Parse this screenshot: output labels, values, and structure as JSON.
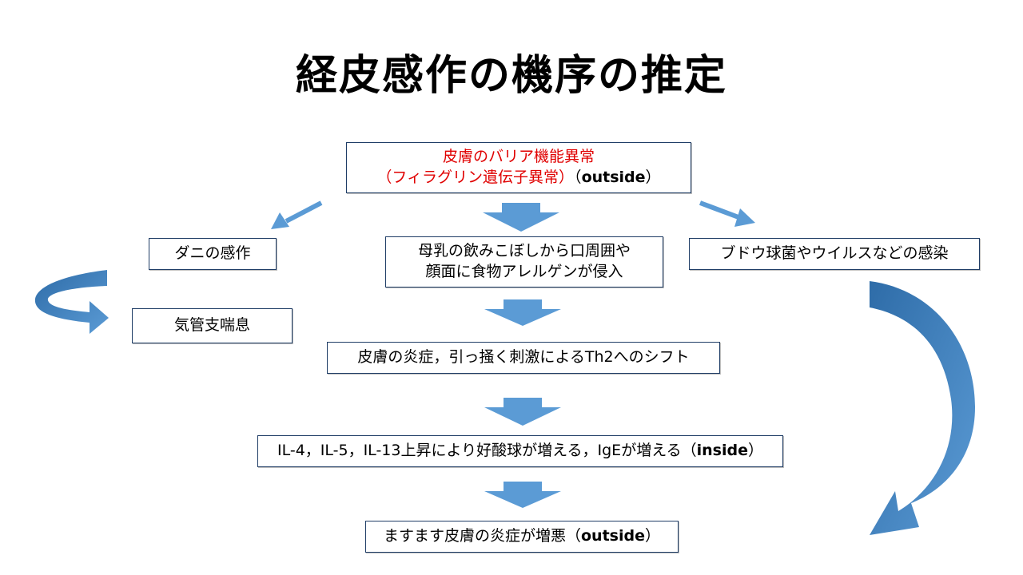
{
  "title": "経皮感作の機序の推定",
  "nodes": {
    "barrier": {
      "line1": "皮膚のバリア機能異常",
      "line2_red": "（フィラグリン遺伝子異常）",
      "line2_paren_open": "（",
      "line2_bold": "outside",
      "line2_paren_close": "）"
    },
    "mite": {
      "text": "ダニの感作"
    },
    "food": {
      "line1": "母乳の飲みこぼしから口周囲や",
      "line2": "顔面に食物アレルゲンが侵入"
    },
    "infection": {
      "text": "ブドウ球菌やウイルスなどの感染"
    },
    "asthma": {
      "text": "気管支喘息"
    },
    "inflammation": {
      "text": "皮膚の炎症，引っ掻く刺激によるTh2へのシフト"
    },
    "il": {
      "text": "IL-4，IL-5，IL-13上昇により好酸球が増える，IgEが増える（",
      "bold": "inside",
      "close": "）"
    },
    "worse": {
      "text": "ますます皮膚の炎症が増悪（",
      "bold": "outside",
      "close": "）"
    }
  },
  "colors": {
    "arrow_fill": "#5b9bd5",
    "arrow_dark": "#2e6ca8",
    "box_border": "#1f3d66",
    "accent_red": "#e00000"
  }
}
